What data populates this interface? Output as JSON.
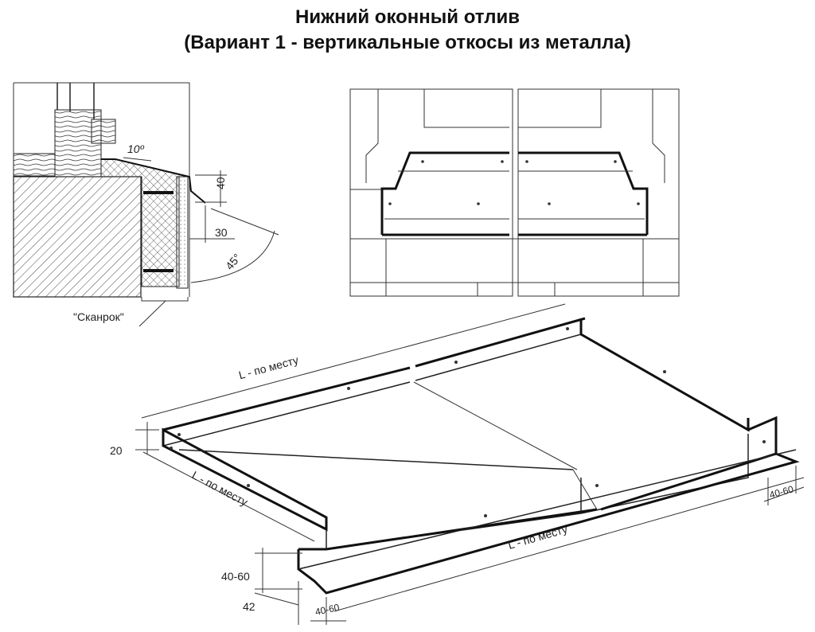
{
  "title": {
    "line1": "Нижний оконный отлив",
    "line2": "(Вариант 1 - вертикальные откосы из металла)"
  },
  "section": {
    "angle_slope": "10º",
    "dim_40": "40",
    "dim_30": "30",
    "angle_45": "45°",
    "material_label": "\"Сканрок\""
  },
  "isometric": {
    "length_back": "L - по месту",
    "length_side": "L - по месту",
    "length_front": "L - по месту",
    "dim_20": "20",
    "dim_40_60_left": "40-60",
    "dim_42": "42",
    "dim_40_60_bottom": "40-60",
    "dim_40_60_right": "40-60"
  }
}
